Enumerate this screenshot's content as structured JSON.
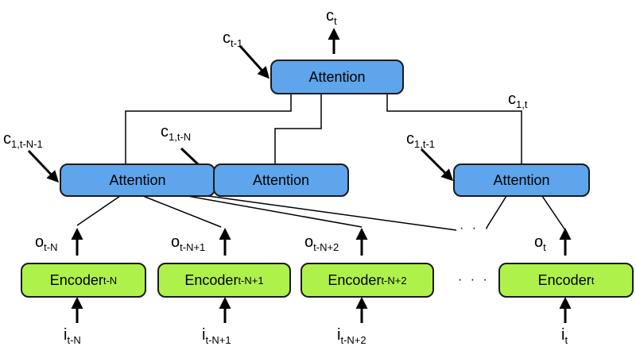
{
  "attention": {
    "top": "Attention",
    "left": "Attention",
    "mid": "Attention",
    "right": "Attention"
  },
  "encoders": {
    "e1": {
      "base": "Encoder",
      "sub": "t-N"
    },
    "e2": {
      "base": "Encoder",
      "sub": "t-N+1"
    },
    "e3": {
      "base": "Encoder",
      "sub": "t-N+2"
    },
    "e4": {
      "base": "Encoder",
      "sub": "t"
    }
  },
  "labels": {
    "ct": {
      "base": "c",
      "sub": "t"
    },
    "ct_minus1": {
      "base": "c",
      "sub": "t-1"
    },
    "c1_tN1": {
      "base": "c",
      "sub": "1,t-N-1"
    },
    "c1_tN": {
      "base": "c",
      "sub": "1,t-N"
    },
    "c1_t1": {
      "base": "c",
      "sub": "1,t-1"
    },
    "c1_t": {
      "base": "c",
      "sub": "1,t"
    },
    "o1": {
      "base": "o",
      "sub": "t-N"
    },
    "o2": {
      "base": "o",
      "sub": "t-N+1"
    },
    "o3": {
      "base": "o",
      "sub": "t-N+2"
    },
    "o4": {
      "base": "o",
      "sub": "t"
    },
    "i1": {
      "base": "i",
      "sub": "t-N"
    },
    "i2": {
      "base": "i",
      "sub": "t-N+1"
    },
    "i3": {
      "base": "i",
      "sub": "t-N+2"
    },
    "i4": {
      "base": "i",
      "sub": "t"
    }
  },
  "ellipsis": {
    "mid": "· · ·",
    "bottom": "· · ·"
  },
  "colors": {
    "attention_fill": "#5ea5ec",
    "encoder_fill": "#aef14b",
    "stroke": "#1a1a1a"
  }
}
